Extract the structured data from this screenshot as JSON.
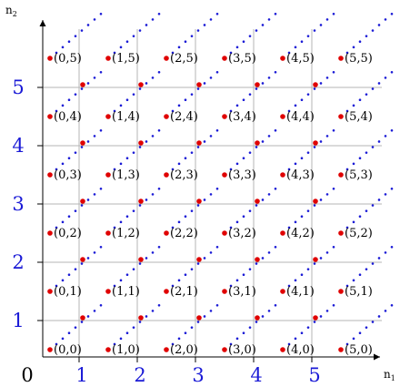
{
  "axes": {
    "x_label_main": "n",
    "x_label_sub": "1",
    "y_label_main": "n",
    "y_label_sub": "2",
    "origin_label": "0",
    "x_numbers": [
      "1",
      "2",
      "3",
      "4",
      "5"
    ],
    "y_numbers": [
      "1",
      "2",
      "3",
      "4",
      "5"
    ]
  },
  "lattice": {
    "labels": [
      [
        "(0,0)",
        "(1,0)",
        "(2,0)",
        "(3,0)",
        "(4,0)",
        "(5,0)"
      ],
      [
        "(0,1)",
        "(1,1)",
        "(2,1)",
        "(3,1)",
        "(4,1)",
        "(5,1)"
      ],
      [
        "(0,2)",
        "(1,2)",
        "(2,2)",
        "(3,2)",
        "(4,2)",
        "(5,2)"
      ],
      [
        "(0,3)",
        "(1,3)",
        "(2,3)",
        "(3,3)",
        "(4,3)",
        "(5,3)"
      ],
      [
        "(0,4)",
        "(1,4)",
        "(2,4)",
        "(3,4)",
        "(4,4)",
        "(5,4)"
      ],
      [
        "(0,5)",
        "(1,5)",
        "(2,5)",
        "(3,5)",
        "(4,5)",
        "(5,5)"
      ]
    ]
  },
  "colors": {
    "axis": "#000000",
    "grid": "#b4b4b4",
    "point": "#e00000",
    "diagonal": "#1a1ad6",
    "number": "#1a1ad6"
  }
}
